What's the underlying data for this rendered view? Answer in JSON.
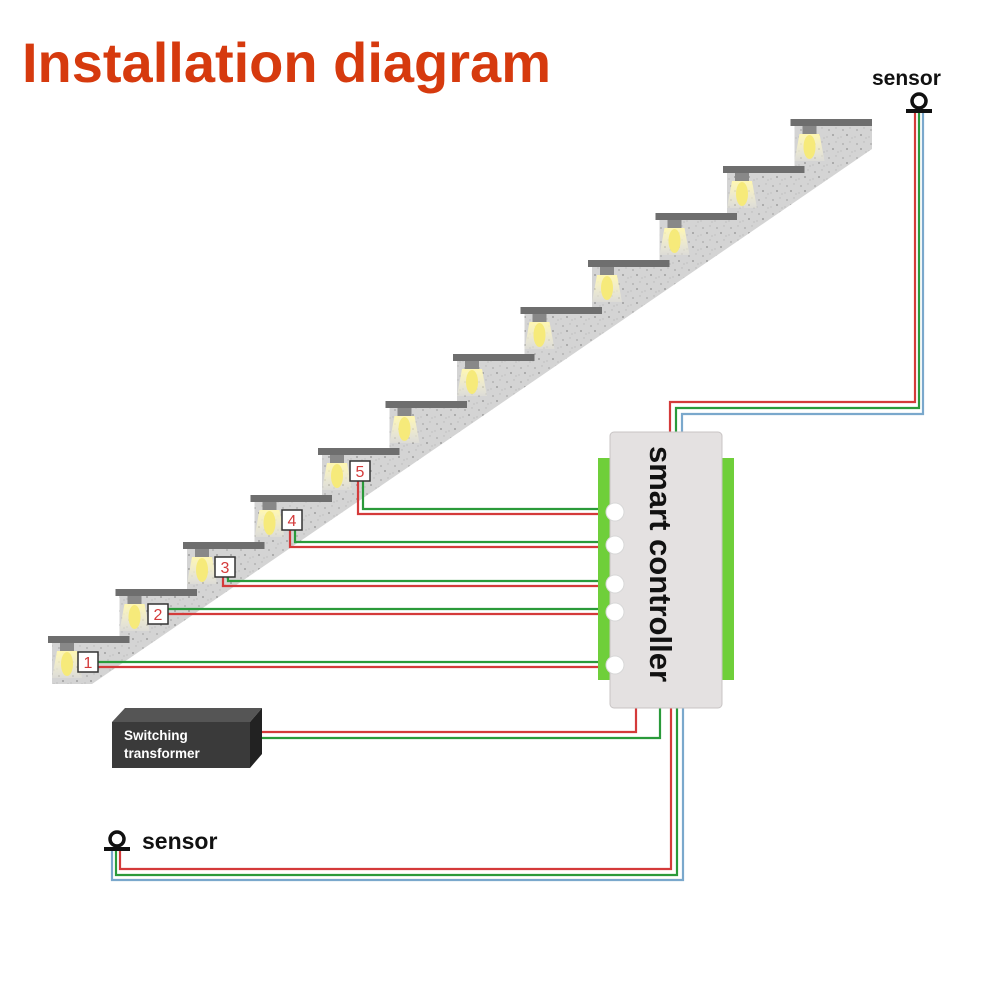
{
  "title": "Installation diagram",
  "colors": {
    "title": "#d63a0e",
    "wire_red": "#d43a3a",
    "wire_green": "#2a9a3a",
    "wire_blue": "#7aa8cc",
    "controller_body": "#e3e0e0",
    "controller_rail": "#6fcf3a",
    "stair": "#d2d2d2",
    "tread": "#6e6e6e",
    "light": "#f2e48a",
    "transformer": "#3a3a3a"
  },
  "sensor_top": {
    "label": "sensor",
    "icon": "sensor-icon"
  },
  "sensor_bottom": {
    "label": "sensor",
    "icon": "sensor-icon"
  },
  "controller": {
    "label": "smart controller",
    "ports": 5
  },
  "transformer": {
    "line1": "Switching",
    "line2": "transformer"
  },
  "step_markers": [
    "1",
    "2",
    "3",
    "4",
    "5"
  ],
  "stair_steps": 12
}
